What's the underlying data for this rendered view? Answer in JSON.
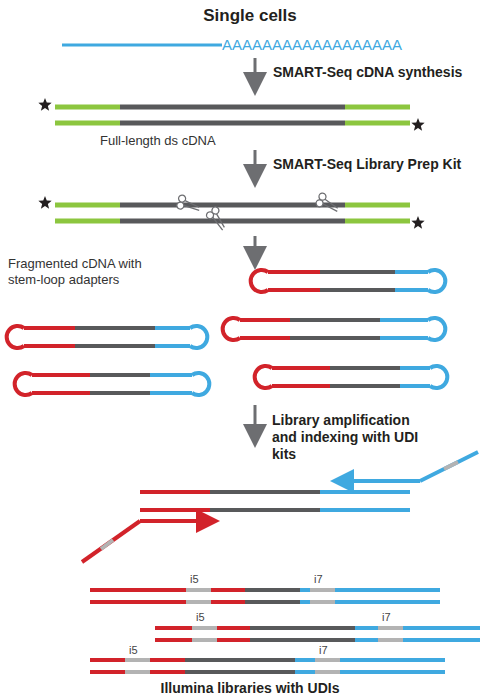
{
  "diagram": {
    "title": "Single cells",
    "labels": [
      "AAAAAAAAAAAAAAAAAA",
      "SMART-Seq cDNA synthesis",
      "Full-length ds cDNA",
      "SMART-Seq Library Prep Kit",
      "Fragmented cDNA with stem-loop adapters",
      "Library amplification and indexing with UDI kits",
      "i5",
      "i7",
      "i5",
      "i7",
      "i5",
      "i7",
      "Illumina libraries with UDIs"
    ]
  }
}
